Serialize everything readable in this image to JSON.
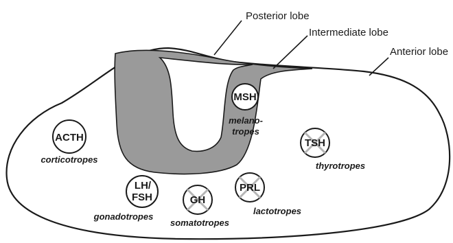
{
  "lobes": {
    "posterior": "Posterior lobe",
    "intermediate": "Intermediate lobe",
    "anterior": "Anterior lobe"
  },
  "cells": {
    "msh": {
      "hormone": "MSH",
      "cell_type_line1": "melano-",
      "cell_type_line2": "tropes",
      "crossed": false
    },
    "acth": {
      "hormone": "ACTH",
      "cell_type": "corticotropes",
      "crossed": false
    },
    "tsh": {
      "hormone": "TSH",
      "cell_type": "thyrotropes",
      "crossed": true
    },
    "lhfsh": {
      "hormone_line1": "LH/",
      "hormone_line2": "FSH",
      "cell_type": "gonadotropes",
      "crossed": false
    },
    "gh": {
      "hormone": "GH",
      "cell_type": "somatotropes",
      "crossed": true
    },
    "prl": {
      "hormone": "PRL",
      "cell_type": "lactotropes",
      "crossed": true
    }
  },
  "colors": {
    "outline": "#1a1a1a",
    "intermediate_fill": "#9a9a9a",
    "cross": "#b5b5b5"
  }
}
